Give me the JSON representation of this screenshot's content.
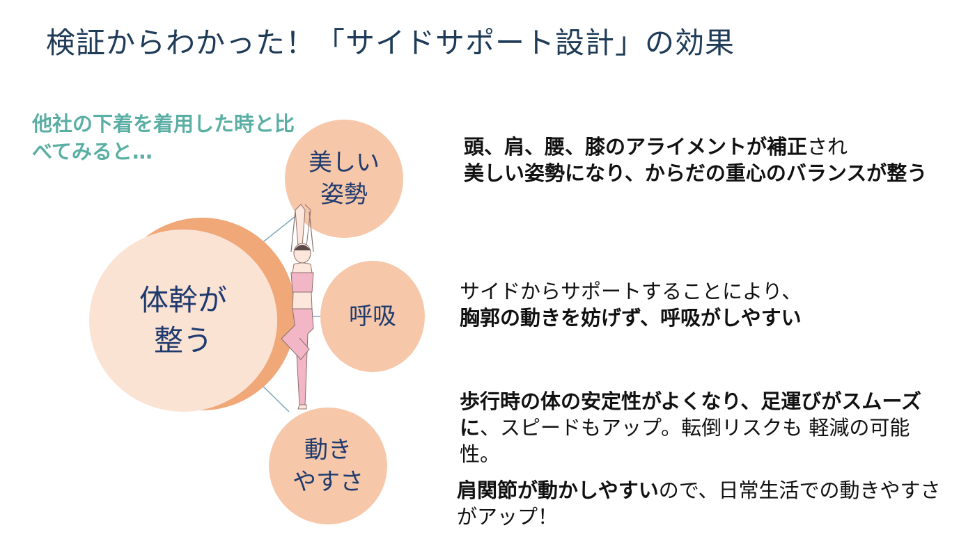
{
  "title": "検証からわかった！「サイドサポート設計」の効果",
  "compare_note": "他社の下着を着用した時と比べてみると…",
  "main_circle": {
    "label": "体幹が\n整う"
  },
  "effects": [
    {
      "label": "美しい\n姿勢"
    },
    {
      "label": "呼吸"
    },
    {
      "label": "動き\nやすさ"
    }
  ],
  "descriptions": {
    "posture": {
      "part1": "頭、肩、腰、膝のアライメントが補正",
      "part2": "され",
      "part3": "美しい姿勢になり、からだの重心のバランスが整う"
    },
    "breathing": {
      "line1": "サイドからサポートすることにより、",
      "line2": "胸郭の動きを妨げず、呼吸がしやすい"
    },
    "movement": {
      "part1": "歩行時の体の安定性がよくなり、足運びがスムーズに",
      "part2": "、スピードもアップ。転倒リスクも 軽減の可能性。"
    },
    "shoulder": {
      "part1": "肩関節が動かしやすい",
      "part2": "ので、日常生活での動きやすさがアップ！"
    }
  },
  "colors": {
    "title": "#1f3b57",
    "note": "#5aaea3",
    "circle_fill": "#f6c7a9",
    "main_circle_fill": "#fbe3d4",
    "main_circle_shadow": "#f0a878",
    "circle_text": "#1f3b6e",
    "figure_pink": "#f2b6c6"
  },
  "icons": {
    "figure": "yoga-tree-pose-woman-illustration"
  }
}
